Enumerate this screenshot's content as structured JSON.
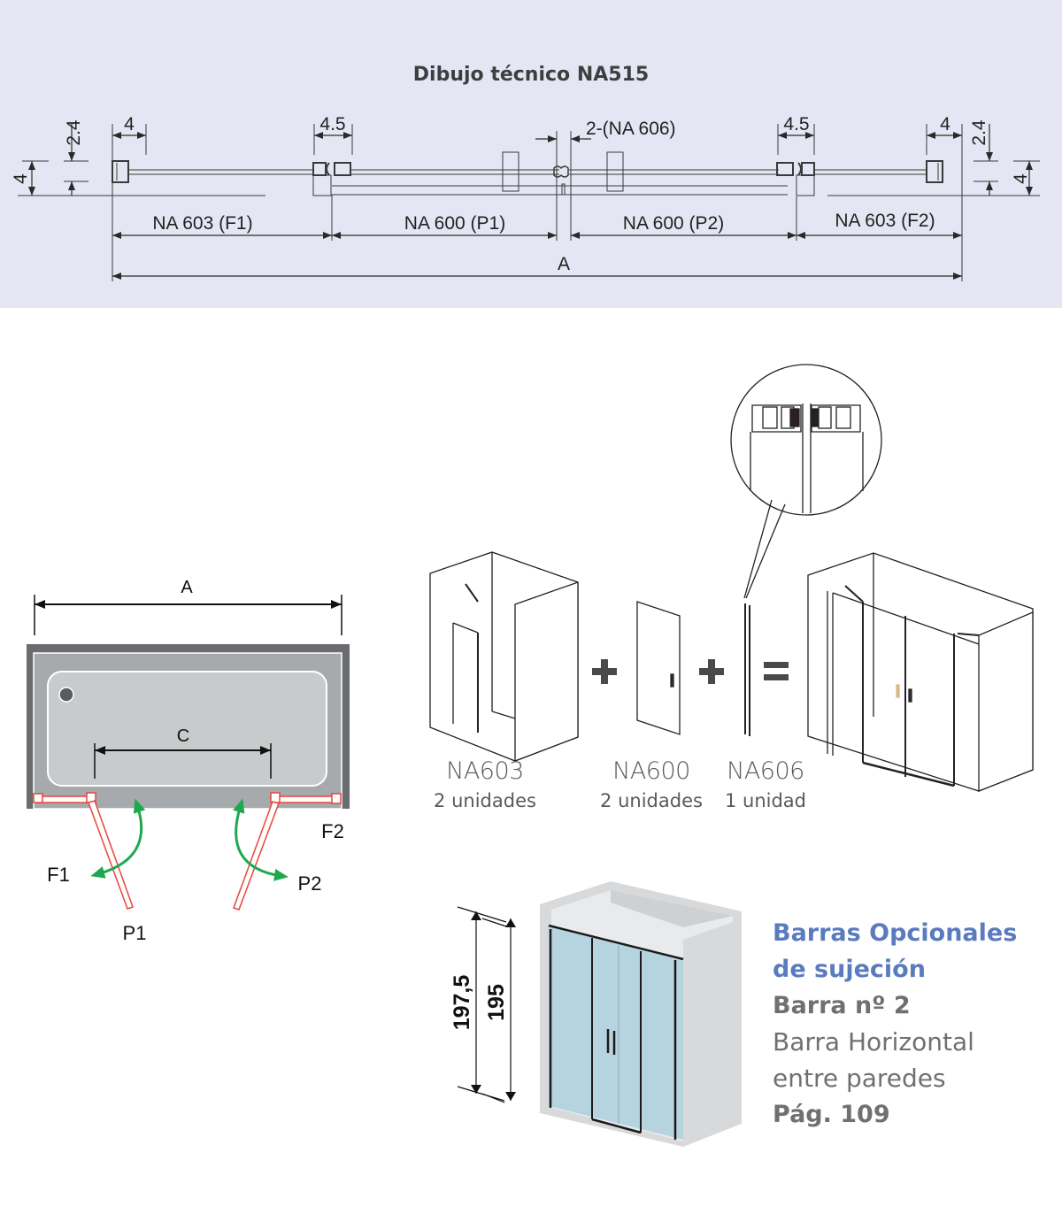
{
  "header": {
    "title": "Dibujo técnico NA515"
  },
  "technical_drawing": {
    "dimensions": {
      "left_profile_width": "4",
      "left_height_small": "2.4",
      "left_height": "4",
      "left_joint_width": "4.5",
      "center_joint": "2-(NA 606)",
      "right_joint_width": "4.5",
      "right_profile_width": "4",
      "right_height_small": "2.4",
      "right_height": "4",
      "total": "A"
    },
    "segments": [
      {
        "label": "NA 603 (F1)"
      },
      {
        "label": "NA 600 (P1)"
      },
      {
        "label": "NA 600 (P2)"
      },
      {
        "label": "NA 603 (F2)"
      }
    ]
  },
  "plan_view": {
    "width_label": "A",
    "inner_label": "C",
    "labels": {
      "f1": "F1",
      "f2": "F2",
      "p1": "P1",
      "p2": "P2"
    },
    "colors": {
      "panel": "#e8453c",
      "arrow": "#1fa84f",
      "tub_outer": "#6a6c70",
      "tub_mid": "#a6aaad",
      "tub_inner": "#c8cbcc"
    }
  },
  "composition": {
    "items": [
      {
        "code": "NA603",
        "qty": "2 unidades"
      },
      {
        "code": "NA600",
        "qty": "2 unidades"
      },
      {
        "code": "NA606",
        "qty": "1 unidad"
      }
    ],
    "plus": "+",
    "equals": "="
  },
  "height_drawing": {
    "outer_height": "197,5",
    "inner_height": "195"
  },
  "optional_bars": {
    "title_line1": "Barras Opcionales",
    "title_line2": "de sujeción",
    "bar_number": "Barra nº 2",
    "desc_line1": "Barra Horizontal",
    "desc_line2": "entre paredes",
    "page": "Pág. 109",
    "accent_color": "#5b7bbf"
  }
}
